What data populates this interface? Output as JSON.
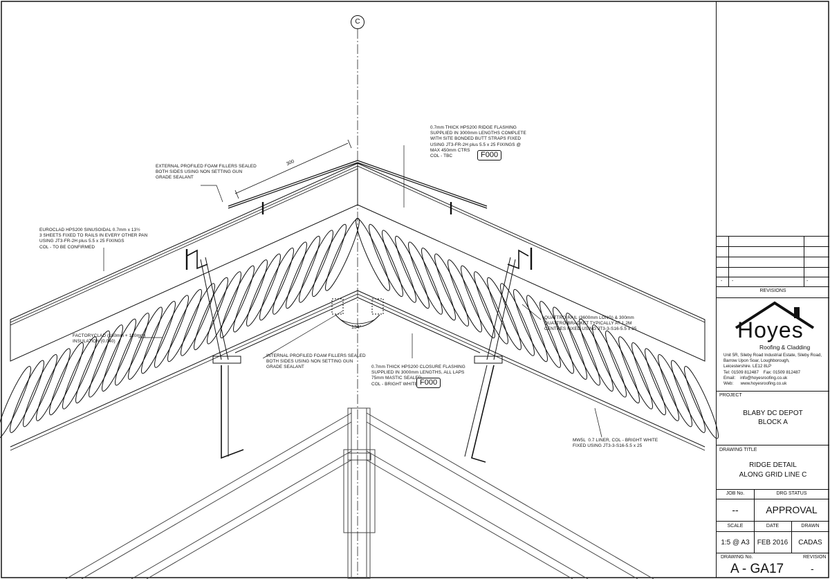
{
  "grid_line": "C",
  "dimension_300": "300",
  "angle_label": "134°",
  "notes": {
    "ridge_flashing": "0.7mm THICK HPS200 RIDGE FLASHING\nSUPPLIED IN 3000mm LENGTHS COMPLETE\nWITH SITE BONDED BUTT STRAPS FIXED\nUSING JT3-FR-2H plus 5.5 x 25 FIXINGS @\nMAX 450mm CTRS\nCOL - TBC",
    "external_fillers": "EXTERNAL PROFILED FOAM FILLERS SEALED\nBOTH SIDES USING NON SETTING GUN\nGRADE SEALANT",
    "euroclad": "EUROCLAD HPS200 SINUSOIDAL 0.7mm x 13½\n3 SHEETS FIXED TO RAILS IN EVERY OTHER PAN\nUSING JT3-FR-2H plus 5.5 x 25 FIXINGS\nCOL - TO BE CONFIRMED",
    "insulation": "FACTORYCLAD (180mm + 120mm)\nINSULATION (0.040)",
    "internal_fillers": "INTERNAL PROFILED FOAM FILLERS SEALED\nBOTH SIDES USING NON SETTING GUN\nGRADE SEALANT",
    "closure_flashing": "0.7mm THICK HPS200 CLOSURE FLASHING\nSUPPLIED IN 3000mm LENGTHS, ALL LAPS\n75mm MASTIC SEALED\nCOL - BRIGHT WHITE",
    "quattro": "QUATTRO RAIL (3600mm LONG) & 300mm\nQUATTRO BRACKET TYPICALLY AT 1.2M\nCENTRES FIXED USING JT3-3-S16-5.5 x 25",
    "liner": "MW5L  0.7 LINER, COL - BRIGHT WHITE\nFIXED USING JT3-3-S16-5.5 x 25"
  },
  "tags": {
    "ridge": "F000",
    "closure": "F000"
  },
  "revisions": {
    "label": "REVISIONS",
    "rows": [
      [
        "-",
        "-",
        "-"
      ]
    ]
  },
  "company": {
    "name": "Hoyes",
    "sub": "Roofing & Cladding",
    "address": "Unit 5R, Sileby Road Industrial Estate, Sileby Road,\nBarrow Upon Soar, Loughborough,\nLeicestershire. LE12 8LP\nTel: 01509 812487    Fax: 01509 812487\nEmail:    info@hoyesroofing.co.uk\nWeb:      www.hoyesroofing.co.uk"
  },
  "project": {
    "label": "PROJECT",
    "line1": "BLABY DC DEPOT",
    "line2": "BLOCK A"
  },
  "drawing_title": {
    "label": "DRAWING TITLE",
    "line1": "RIDGE DETAIL",
    "line2": "ALONG GRID LINE C"
  },
  "job": {
    "label": "JOB No.",
    "value": "--"
  },
  "status": {
    "label": "DRG STATUS",
    "value": "APPROVAL"
  },
  "scale": {
    "label": "SCALE",
    "value": "1:5 @ A3"
  },
  "date": {
    "label": "DATE",
    "value": "FEB 2016"
  },
  "drawn": {
    "label": "DRAWN",
    "value": "CADAS"
  },
  "drawing_no": {
    "label": "DRAWING No.",
    "value": "A - GA17"
  },
  "revision": {
    "label": "REVISION",
    "value": "-"
  }
}
